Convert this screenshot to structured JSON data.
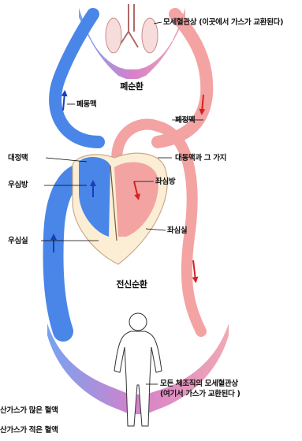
{
  "labels": {
    "lung_capillaries": "모세혈관상 (이곳에서 가스가 교환된다)",
    "pulmonary_circulation": "폐순환",
    "pulmonary_artery": "폐동맥",
    "pulmonary_vein": "폐정맥",
    "vena_cava": "대정맥",
    "aorta_branches": "대동맥과 그 가지",
    "right_atrium": "우심방",
    "left_atrium": "좌심방",
    "left_ventricle": "좌심실",
    "right_ventricle": "우심실",
    "systemic_circulation": "전신순환",
    "body_capillaries_line1": "모든 체조직의 모세혈관상",
    "body_capillaries_line2": "(여기서 가스가 교환된다 )",
    "legend_co2_rich": "산가스가 많은 혈액",
    "legend_co2_poor": "산가스가 적은 혈액"
  },
  "colors": {
    "deoxygenated": "#4a86e8",
    "oxygenated": "#f4a3a3",
    "capillary": "#d680c8",
    "heart": "#fbeed4",
    "arrow_blue": "#1a3db8",
    "arrow_red": "#d62020"
  }
}
